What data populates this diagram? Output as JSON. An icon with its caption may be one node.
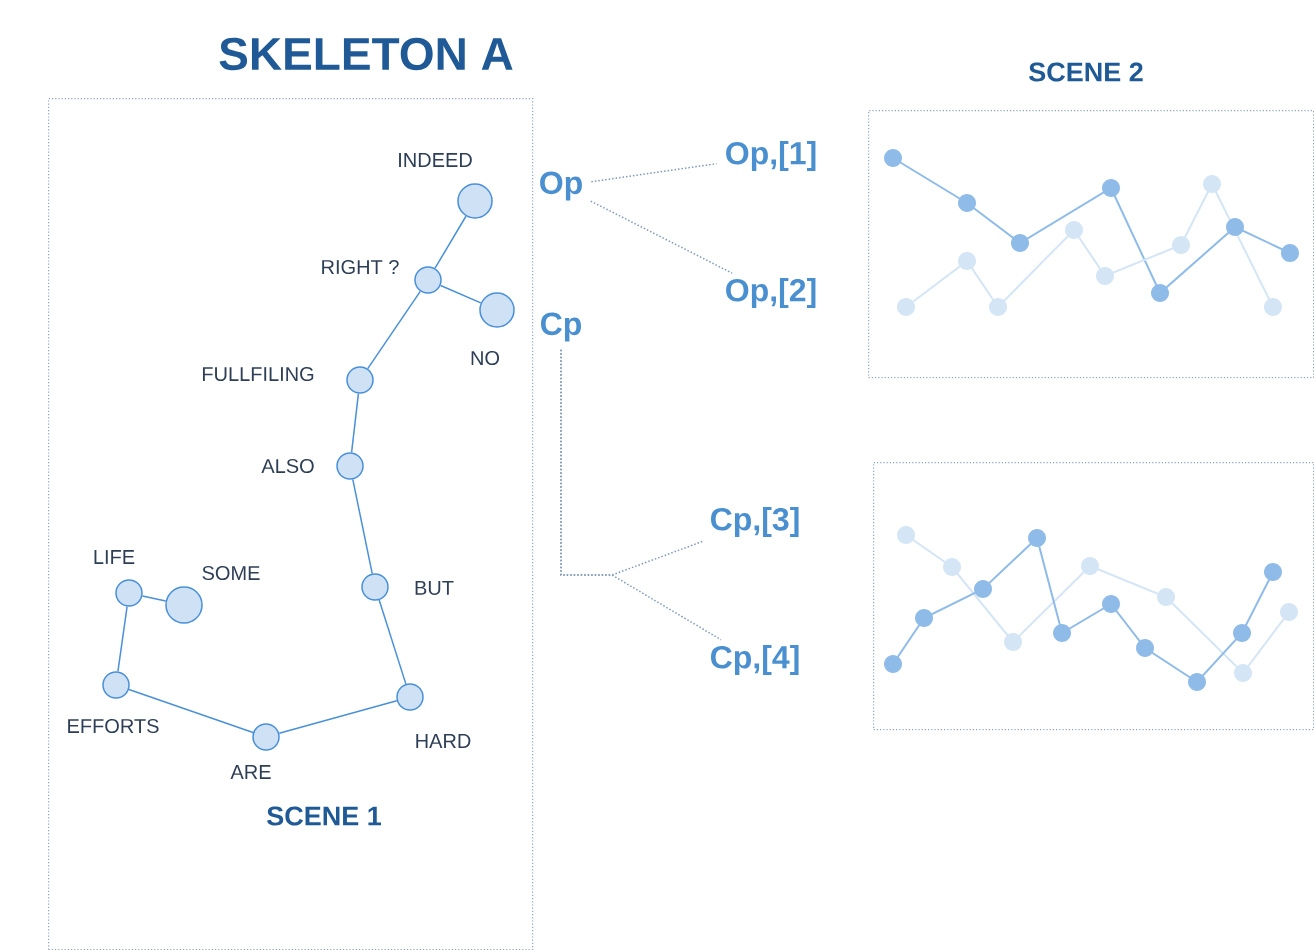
{
  "diagram": {
    "title": "SKELETON A",
    "nodes": [
      {
        "text": [
          "SCENE 1"
        ]
      },
      {
        "text": [],
        "shape": "circle",
        "beside": [
          "INDEED"
        ],
        "in": 0
      },
      {
        "text": [],
        "shape": "circle",
        "beside": [
          "RIGHT ?"
        ],
        "in": 0
      },
      {
        "text": [],
        "shape": "circle",
        "beside": [
          "NO"
        ],
        "in": 0
      },
      {
        "text": [],
        "shape": "circle",
        "beside": [
          "FULLFILING"
        ],
        "in": 0
      },
      {
        "text": [],
        "shape": "circle",
        "beside": [
          "ALSO"
        ],
        "in": 0
      },
      {
        "text": [],
        "shape": "circle",
        "beside": [
          "BUT"
        ],
        "in": 0
      },
      {
        "text": [],
        "shape": "circle",
        "beside": [
          "HARD"
        ],
        "in": 0
      },
      {
        "text": [],
        "shape": "circle",
        "beside": [
          "ARE"
        ],
        "in": 0
      },
      {
        "text": [],
        "shape": "circle",
        "beside": [
          "EFFORTS"
        ],
        "in": 0
      },
      {
        "text": [],
        "shape": "circle",
        "beside": [
          "LIFE"
        ],
        "in": 0
      },
      {
        "text": [],
        "shape": "circle",
        "beside": [
          "SOME"
        ],
        "in": 0
      },
      {
        "text": [
          "Op"
        ]
      },
      {
        "text": [
          "Cp"
        ]
      },
      {
        "text": [
          "Op,[1]"
        ]
      },
      {
        "text": [
          "Op,[2]"
        ]
      },
      {
        "text": [
          "Cp,[3]"
        ]
      },
      {
        "text": [
          "Cp,[4]"
        ]
      },
      {
        "text": [],
        "shape": "box"
      },
      {
        "text": [],
        "shape": "box"
      }
    ],
    "edges": [
      {
        "from": 1,
        "to": 2,
        "arrow": "none"
      },
      {
        "from": 2,
        "to": 3,
        "arrow": "none"
      },
      {
        "from": 2,
        "to": 4,
        "arrow": "none"
      },
      {
        "from": 4,
        "to": 5,
        "arrow": "none"
      },
      {
        "from": 5,
        "to": 6,
        "arrow": "none"
      },
      {
        "from": 6,
        "to": 7,
        "arrow": "none"
      },
      {
        "from": 7,
        "to": 8,
        "arrow": "none"
      },
      {
        "from": 8,
        "to": 9,
        "arrow": "none"
      },
      {
        "from": 9,
        "to": 10,
        "arrow": "none"
      },
      {
        "from": 10,
        "to": 11,
        "arrow": "none"
      },
      {
        "from": 12,
        "to": 14,
        "arrow": "none",
        "style": "dashed",
        "color": "#7f99b6"
      },
      {
        "from": 12,
        "to": 15,
        "arrow": "none",
        "style": "dashed",
        "color": "#7f99b6"
      },
      {
        "from": 13,
        "to": 16,
        "arrow": "none",
        "style": "dashed",
        "color": "#7f99b6"
      },
      {
        "from": 13,
        "to": 17,
        "arrow": "none",
        "style": "dashed",
        "color": "#7f99b6"
      }
    ],
    "labels": [
      "SCENE 2"
    ]
  }
}
